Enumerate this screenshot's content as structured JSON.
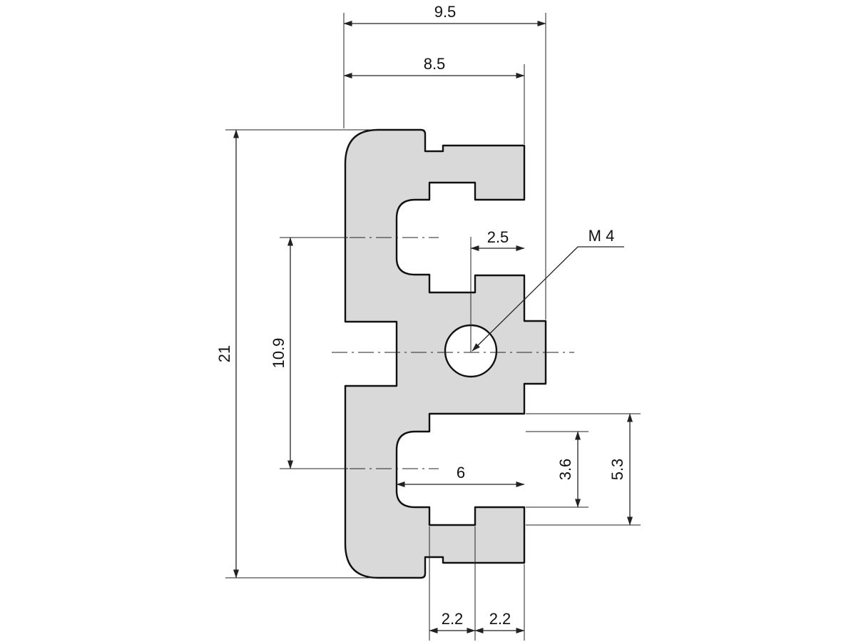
{
  "colors": {
    "profile_fill": "#d9d9d9",
    "profile_stroke": "#111111",
    "line": "#222222",
    "background": "#ffffff"
  },
  "dimensions": {
    "width_overall": "9.5",
    "width_body": "8.5",
    "height_overall": "21",
    "slot_pitch": "10.9",
    "hole_offset": "2.5",
    "thread": "M 4",
    "slot_depth": "6",
    "slot_opening": "3.6",
    "slot_height": "5.3",
    "lip_left": "2.2",
    "lip_right": "2.2"
  }
}
